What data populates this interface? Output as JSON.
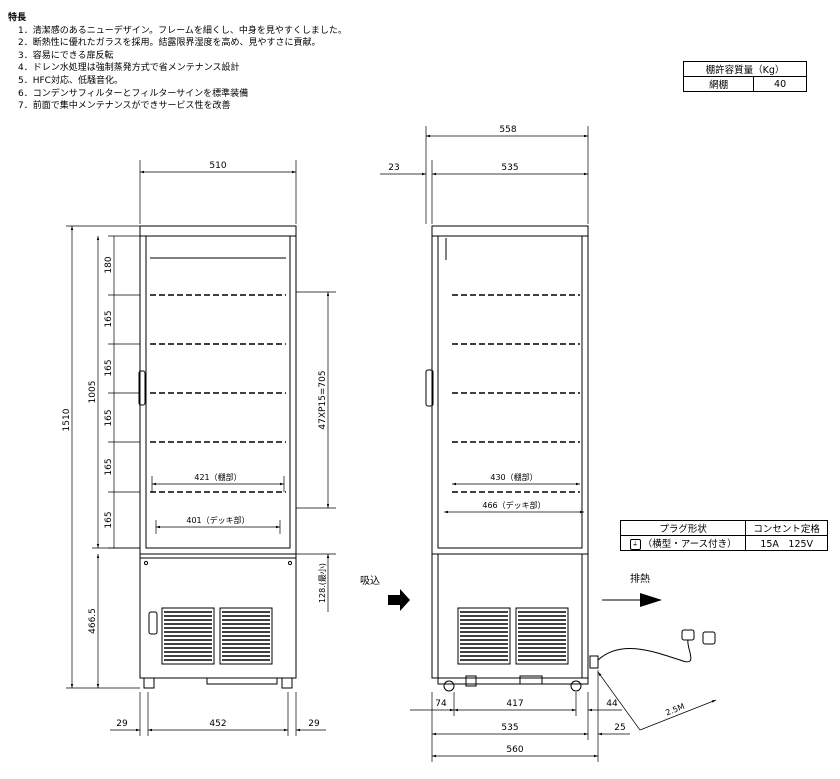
{
  "features": {
    "title": "特長",
    "items": [
      "1．清潔感のあるニューデザイン。フレームを細くし、中身を見やすくしました。",
      "2．断熱性に優れたガラスを採用。結露限界湿度を高め、見やすさに貢献。",
      "3．容易にできる扉反転",
      "4．ドレン水処理は強制蒸発方式で省メンテナンス設計",
      "5．HFC対応、低騒音化。",
      "6．コンデンサフィルターとフィルターサインを標準装備",
      "7．前面で集中メンテナンスができサービス性を改善"
    ]
  },
  "shelf_table": {
    "header": "棚許容質量（Kg）",
    "row_label": "網棚",
    "row_value": "40"
  },
  "plug_table": {
    "col1_header": "プラグ形状",
    "col2_header": "コンセント定格",
    "plug_type": "（横型・アース付き）",
    "rating": "15A　125V"
  },
  "labels": {
    "intake": "吸込",
    "exhaust": "排熱"
  },
  "front_dims": {
    "top_width": "510",
    "height_total": "1510",
    "cabinet_height": "1005",
    "shelf_top": "180",
    "shelf_1": "165",
    "shelf_2": "165",
    "shelf_3": "165",
    "shelf_4": "165",
    "shelf_5": "165",
    "pitch": "47XP15=705",
    "base_height": "466.5",
    "deck_min": "128.(最小)",
    "shelf_width": "421（棚部）",
    "deck_width": "401（デッキ部）",
    "bottom_left": "29",
    "bottom_center": "452",
    "bottom_right": "29"
  },
  "side_dims": {
    "overall_depth": "558",
    "offset": "23",
    "depth": "535",
    "shelf_depth": "430（棚部）",
    "deck_depth": "466（デッキ部）",
    "bottom_front": "74",
    "bottom_mid": "417",
    "bottom_back": "44",
    "bottom_depth": "535",
    "bottom_total": "560",
    "plug_offset": "25",
    "cord_length": "2.5M"
  }
}
